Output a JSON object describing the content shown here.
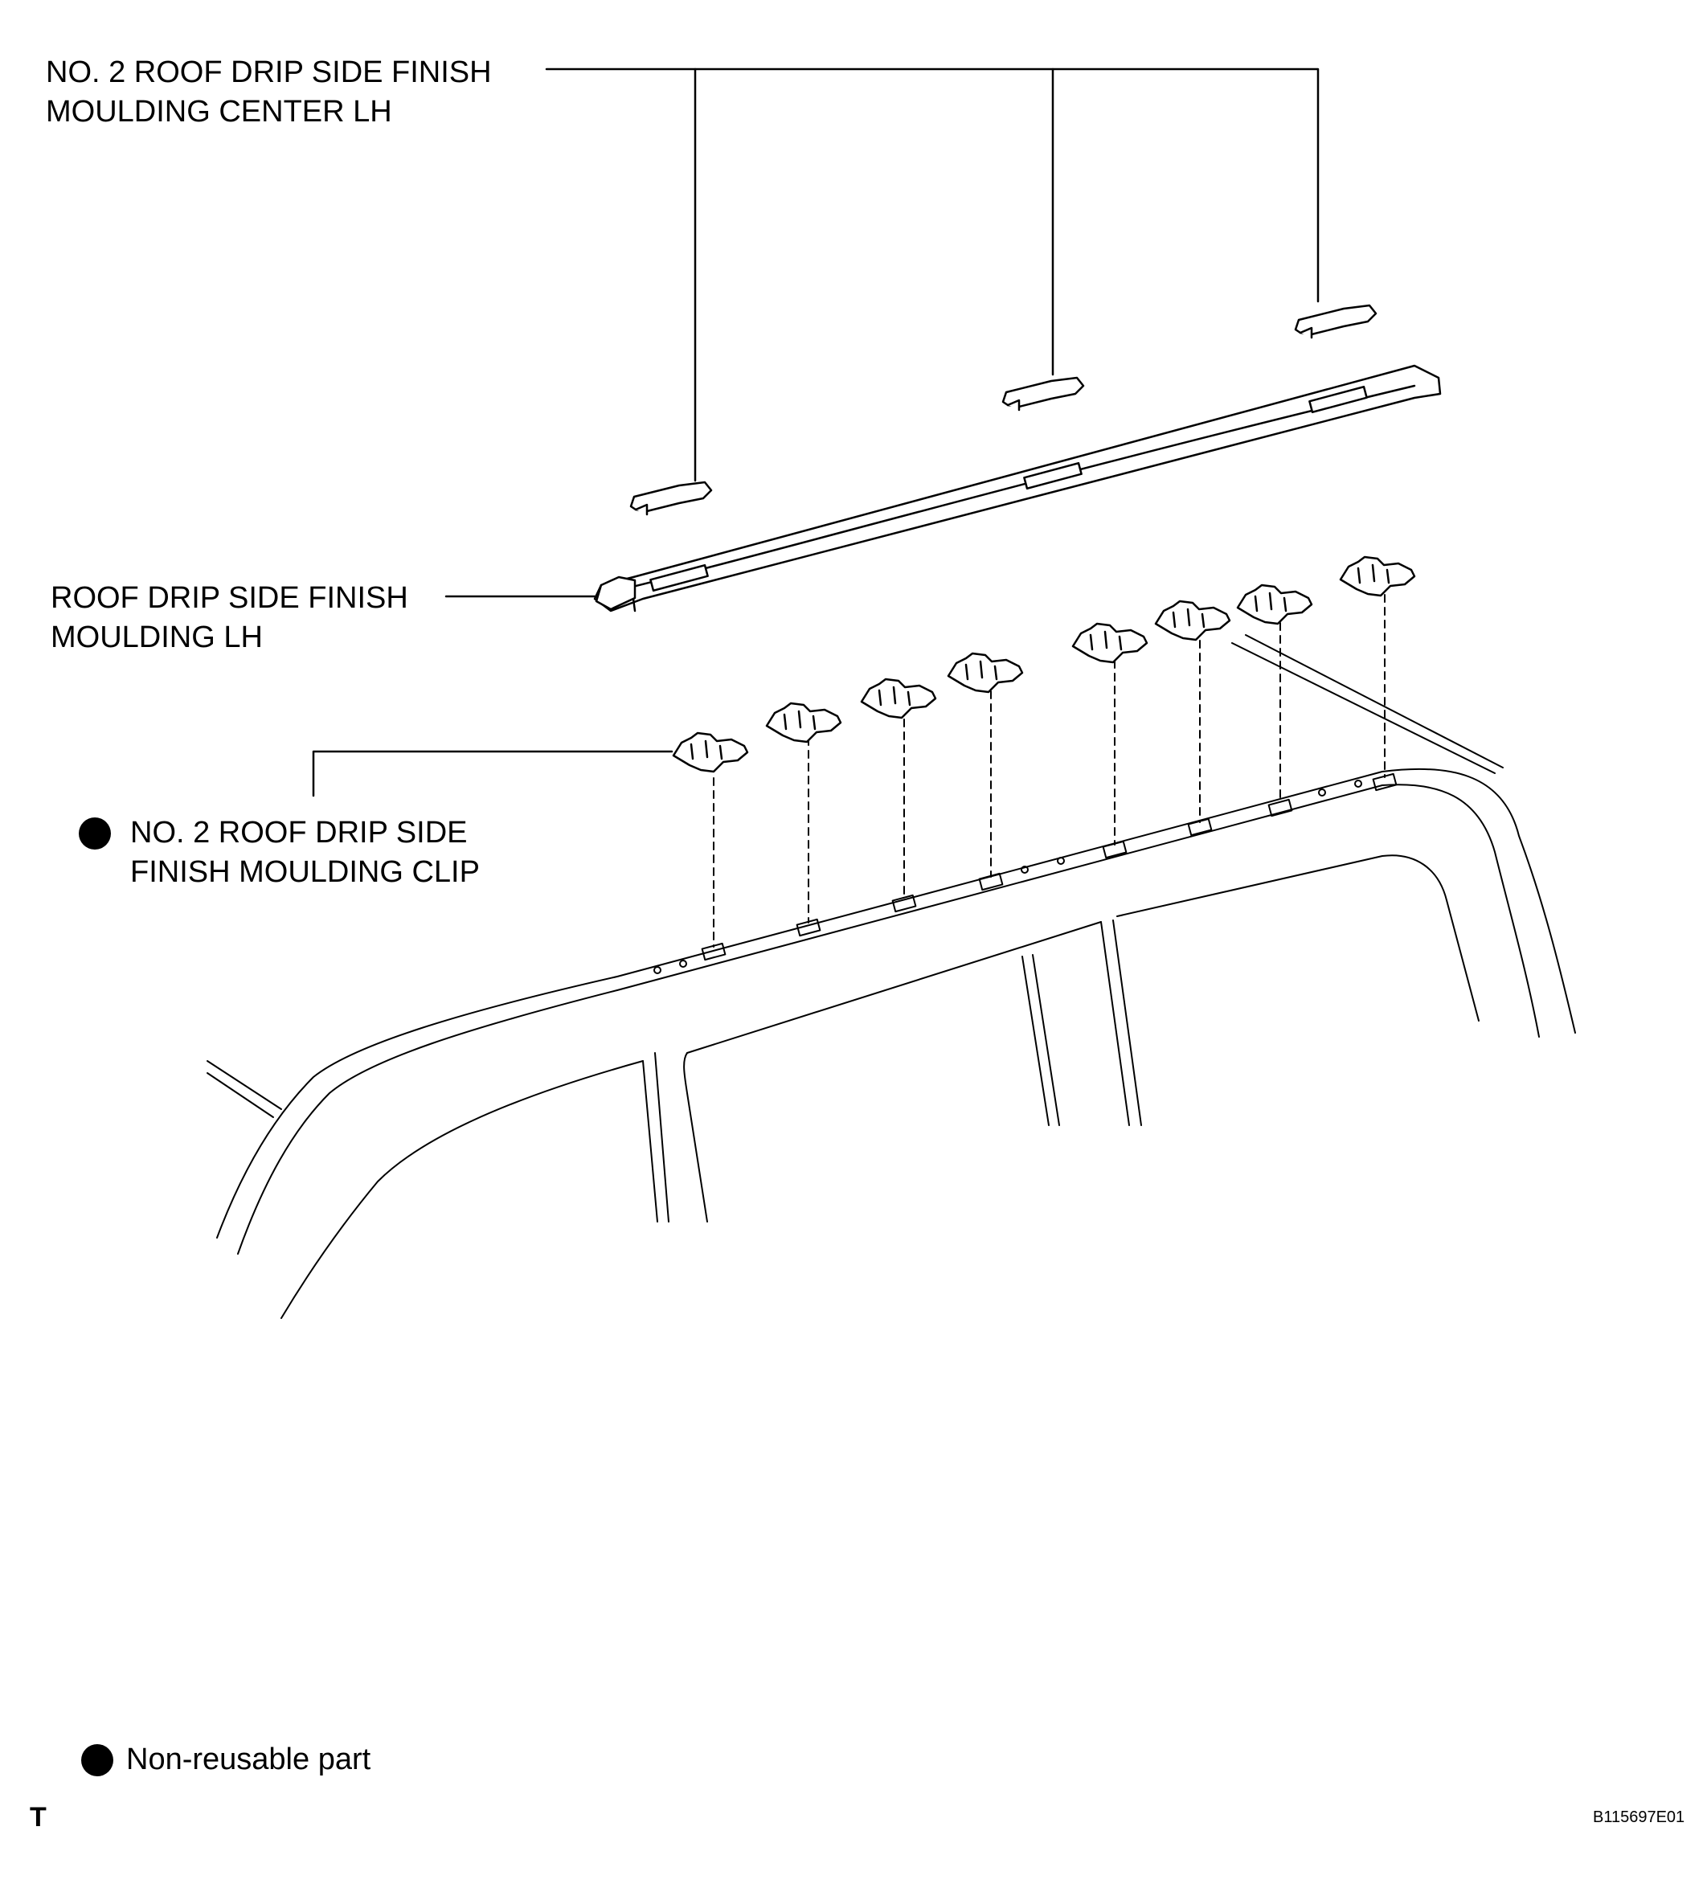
{
  "labels": {
    "center_moulding": "NO. 2 ROOF DRIP SIDE FINISH\nMOULDING CENTER LH",
    "moulding": "ROOF DRIP SIDE FINISH\nMOULDING LH",
    "clip": "NO. 2 ROOF DRIP SIDE\nFINISH MOULDING CLIP"
  },
  "legend": {
    "non_reusable": "Non-reusable part"
  },
  "footer": {
    "corner_mark": "T",
    "figure_code": "B115697E01"
  }
}
